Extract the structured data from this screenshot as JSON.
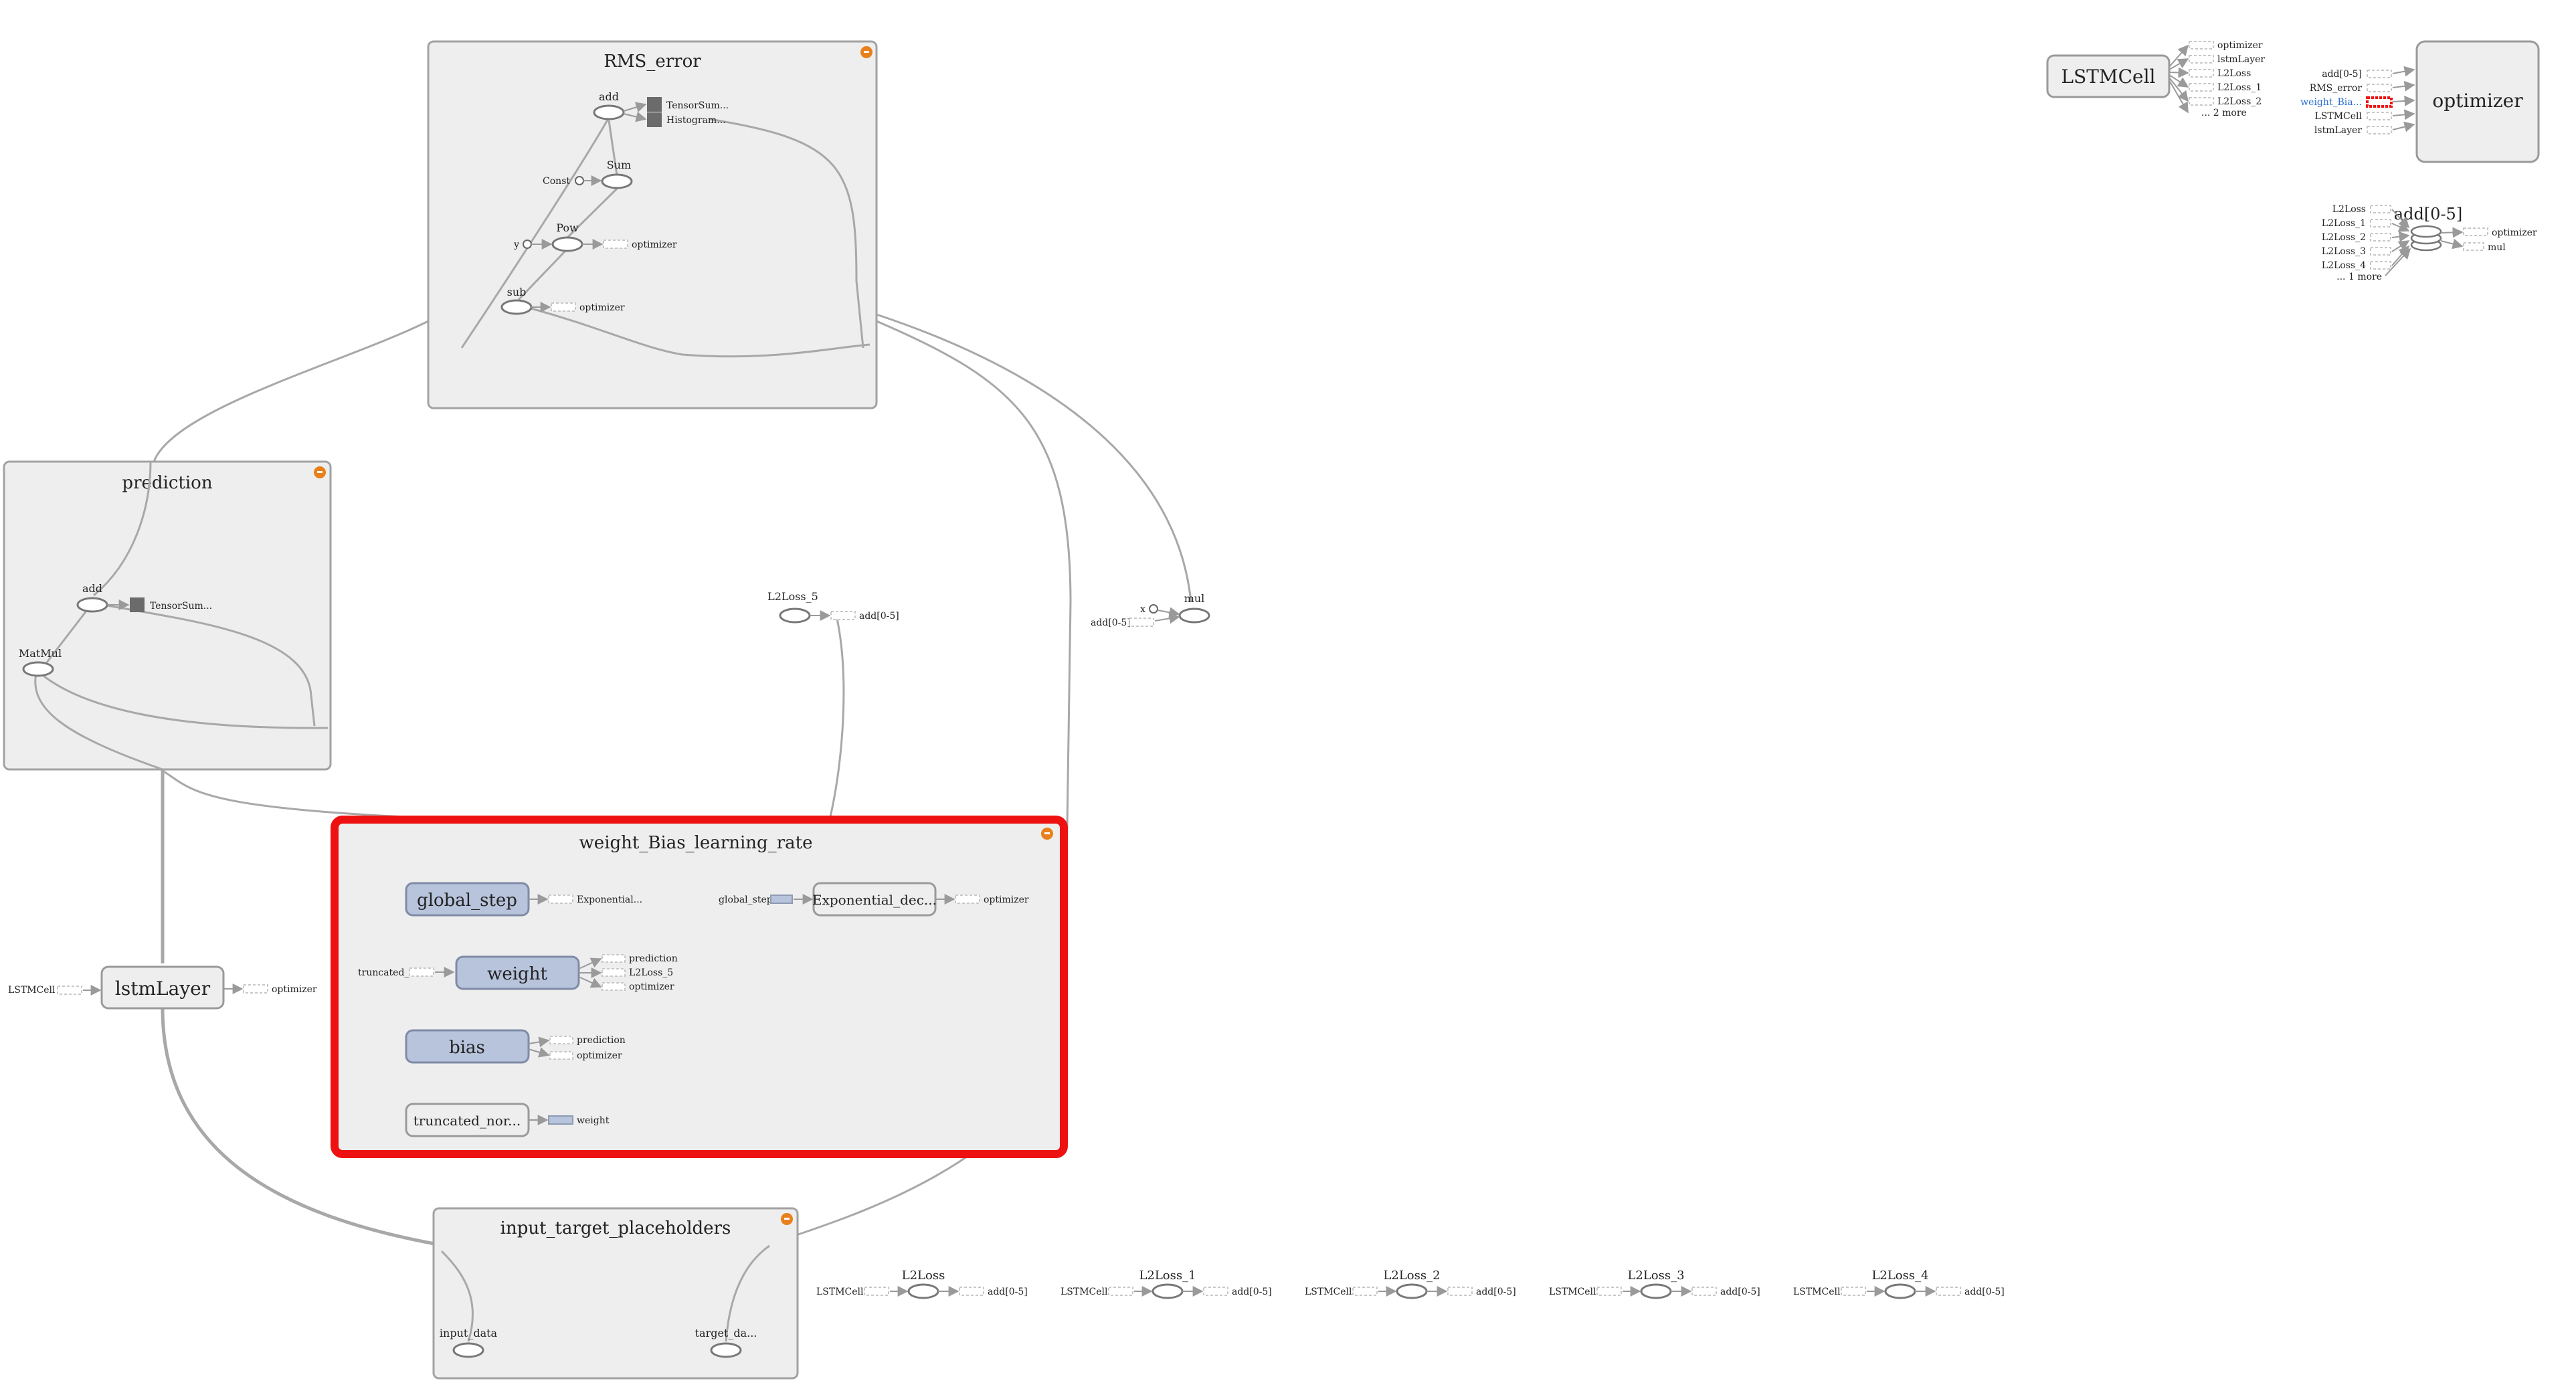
{
  "colors": {
    "highlight": "#ee1111",
    "collapse_button": "#e8801b",
    "variable_fill": "#b8c3dc",
    "group_fill": "#eeeeee",
    "edge": "#a8a8a8",
    "selected_link": "#2b6dd1"
  },
  "groups": {
    "rms_error": {
      "title": "RMS_error",
      "add": "add",
      "sum": "Sum",
      "const": "Const",
      "pow": "Pow",
      "y": "y",
      "sub": "sub",
      "tensorsum": "TensorSum...",
      "histogram": "Histogram...",
      "optimizer_a": "optimizer",
      "optimizer_b": "optimizer"
    },
    "prediction": {
      "title": "prediction",
      "add": "add",
      "matmul": "MatMul",
      "tensorsum": "TensorSum..."
    },
    "weight_bias": {
      "title": "weight_Bias_learning_rate",
      "global_step": "global_step",
      "global_step_out": "Exponential...",
      "global_step_in": "global_step",
      "exp_decay": "Exponential_dec...",
      "exp_decay_out": "optimizer",
      "weight": "weight",
      "weight_in": "truncated_...",
      "weight_out1": "prediction",
      "weight_out2": "L2Loss_5",
      "weight_out3": "optimizer",
      "bias": "bias",
      "bias_out1": "prediction",
      "bias_out2": "optimizer",
      "truncated": "truncated_nor...",
      "truncated_out": "weight"
    },
    "input_target": {
      "title": "input_target_placeholders",
      "input_data": "input_data",
      "target_data": "target_da..."
    }
  },
  "nodes": {
    "lstmlayer": {
      "label": "lstmLayer",
      "input": "LSTMCell",
      "output": "optimizer"
    },
    "l2loss5": {
      "label": "L2Loss_5",
      "output": "add[0-5]"
    },
    "mul": {
      "label": "mul",
      "x": "x",
      "input": "add[0-5]"
    },
    "lstmcell": {
      "label": "LSTMCell",
      "outputs": [
        "optimizer",
        "lstmLayer",
        "L2Loss",
        "L2Loss_1",
        "L2Loss_2",
        "... 2 more"
      ]
    },
    "optimizer": {
      "label": "optimizer",
      "inputs": [
        "add[0-5]",
        "RMS_error",
        "weight_Bia...",
        "LSTMCell",
        "lstmLayer"
      ]
    },
    "add05": {
      "label": "add[0-5]",
      "inputs": [
        "L2Loss",
        "L2Loss_1",
        "L2Loss_2",
        "L2Loss_3",
        "L2Loss_4",
        "... 1 more"
      ],
      "outputs": [
        "optimizer",
        "mul"
      ]
    }
  },
  "l2loss_row": [
    {
      "label": "L2Loss",
      "input": "LSTMCell",
      "output": "add[0-5]"
    },
    {
      "label": "L2Loss_1",
      "input": "LSTMCell",
      "output": "add[0-5]"
    },
    {
      "label": "L2Loss_2",
      "input": "LSTMCell",
      "output": "add[0-5]"
    },
    {
      "label": "L2Loss_3",
      "input": "LSTMCell",
      "output": "add[0-5]"
    },
    {
      "label": "L2Loss_4",
      "input": "LSTMCell",
      "output": "add[0-5]"
    }
  ]
}
